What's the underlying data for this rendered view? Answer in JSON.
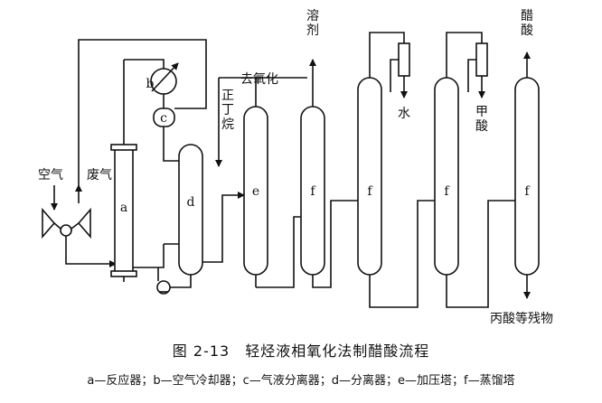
{
  "figure": {
    "title": "图 2-13　轻烃液相氧化法制醋酸流程",
    "legend": "a—反应器；b—空气冷却器；c—气液分离器；d—分离器；e—加压塔；f—蒸馏塔"
  },
  "equipment": {
    "a": "a",
    "b": "b",
    "c": "c",
    "d": "d",
    "e": "e",
    "f1": "f",
    "f2": "f",
    "f3": "f",
    "f4": "f"
  },
  "streams": {
    "air": "空气",
    "off_gas": "废气",
    "n_butane": "正丁烷",
    "to_oxidation": "去氧化",
    "solvent": "溶剂",
    "water": "水",
    "formic_acid": "甲酸",
    "acetic_acid": "醋酸",
    "residue": "丙酸等残物"
  }
}
